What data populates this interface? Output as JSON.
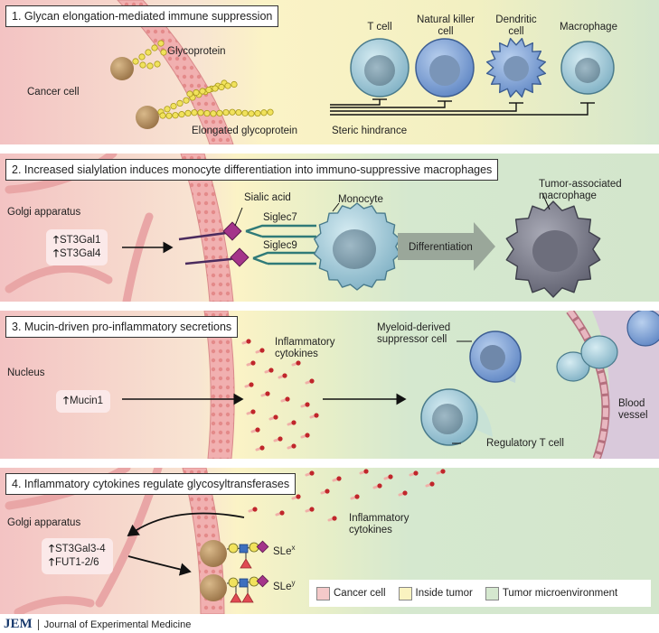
{
  "panels": [
    {
      "title": "1. Glycan elongation-mediated immune suppression",
      "labels": {
        "cancer_cell": "Cancer cell",
        "glycoprotein": "Glycoprotein",
        "elongated": "Elongated glycoprotein",
        "steric": "Steric hindrance",
        "t_cell": "T cell",
        "nk_line1": "Natural killer",
        "nk_line2": "cell",
        "dc_line1": "Dendritic",
        "dc_line2": "cell",
        "macrophage": "Macrophage"
      }
    },
    {
      "title": "2. Increased sialylation induces monocyte differentiation into immuno-suppressive macrophages",
      "labels": {
        "golgi": "Golgi apparatus",
        "enzyme1": "ST3Gal1",
        "enzyme2": "ST3Gal4",
        "sialic": "Sialic acid",
        "siglec7": "Siglec7",
        "siglec9": "Siglec9",
        "monocyte": "Monocyte",
        "differentiation": "Differentiation",
        "tam_line1": "Tumor-associated",
        "tam_line2": "macrophage"
      }
    },
    {
      "title": "3. Mucin-driven pro-inflammatory secretions",
      "labels": {
        "nucleus": "Nucleus",
        "mucin": "Mucin1",
        "cytokines_line1": "Inflammatory",
        "cytokines_line2": "cytokines",
        "mdsc_line1": "Myeloid-derived",
        "mdsc_line2": "suppressor cell",
        "treg": "Regulatory T cell",
        "blood_line1": "Blood",
        "blood_line2": "vessel"
      }
    },
    {
      "title": "4. Inflammatory cytokines regulate glycosyltransferases",
      "labels": {
        "golgi": "Golgi apparatus",
        "enzyme1": "ST3Gal3-4",
        "enzyme2": "FUT1-2/6",
        "cytokines_line1": "Inflammatory",
        "cytokines_line2": "cytokines",
        "slex": "SLe",
        "slex_sup": "x",
        "sley": "SLe",
        "sley_sup": "y"
      }
    }
  ],
  "legend": [
    {
      "label": "Cancer cell",
      "color": "#f4c9c9"
    },
    {
      "label": "Inside tumor",
      "color": "#faf3c0"
    },
    {
      "label": "Tumor microenvironment",
      "color": "#d5e8cf"
    }
  ],
  "arrow_glyph": "🡑",
  "footer": {
    "logo": "JEM",
    "journal": "Journal of Experimental Medicine"
  }
}
